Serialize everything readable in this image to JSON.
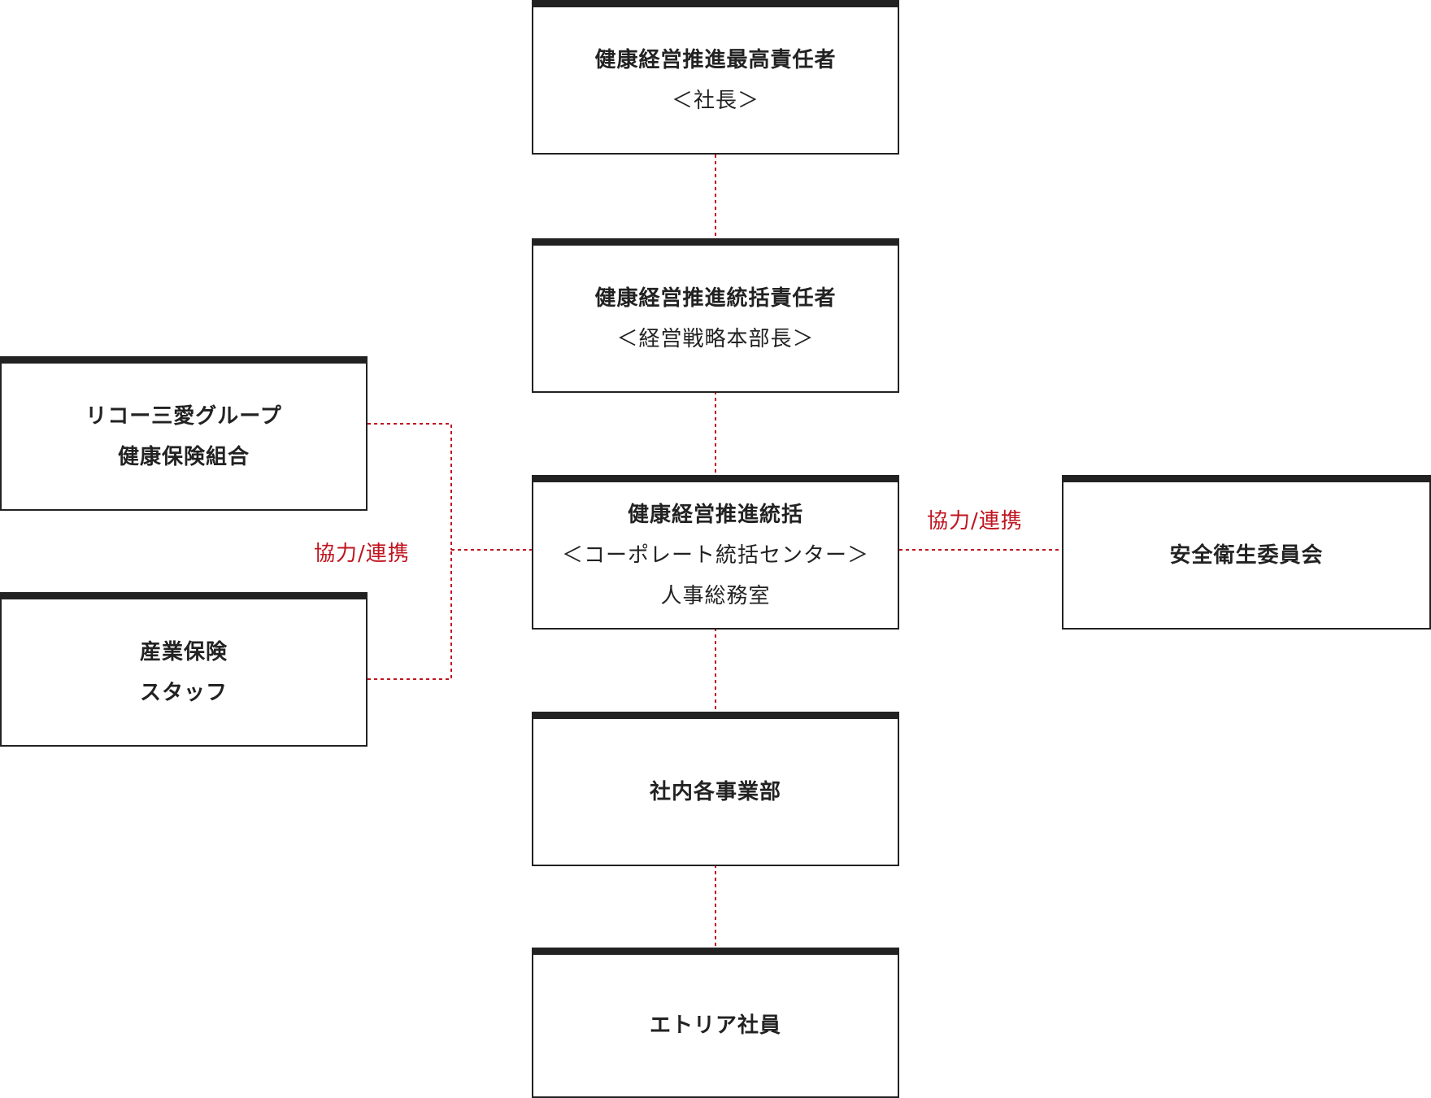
{
  "colors": {
    "box_border": "#222222",
    "connector": "#c0141f",
    "label": "#c0141f"
  },
  "nodes": {
    "top": {
      "title": "健康経営推進最高責任者",
      "sub": "＜社長＞"
    },
    "general": {
      "title": "健康経営推進統括責任者",
      "sub": "＜経営戦略本部長＞"
    },
    "hr": {
      "title": "健康経営推進統括",
      "sub1": "＜コーポレート統括センター＞",
      "sub2": "人事総務室"
    },
    "divisions": {
      "title": "社内各事業部"
    },
    "employees": {
      "title": "エトリア社員"
    },
    "insurance": {
      "line1": "リコー三愛グループ",
      "line2": "健康保険組合"
    },
    "staff": {
      "line1": "産業保険",
      "line2": "スタッフ"
    },
    "safety": {
      "title": "安全衛生委員会"
    }
  },
  "labels": {
    "left_link": "協力/連携",
    "right_link": "協力/連携"
  }
}
